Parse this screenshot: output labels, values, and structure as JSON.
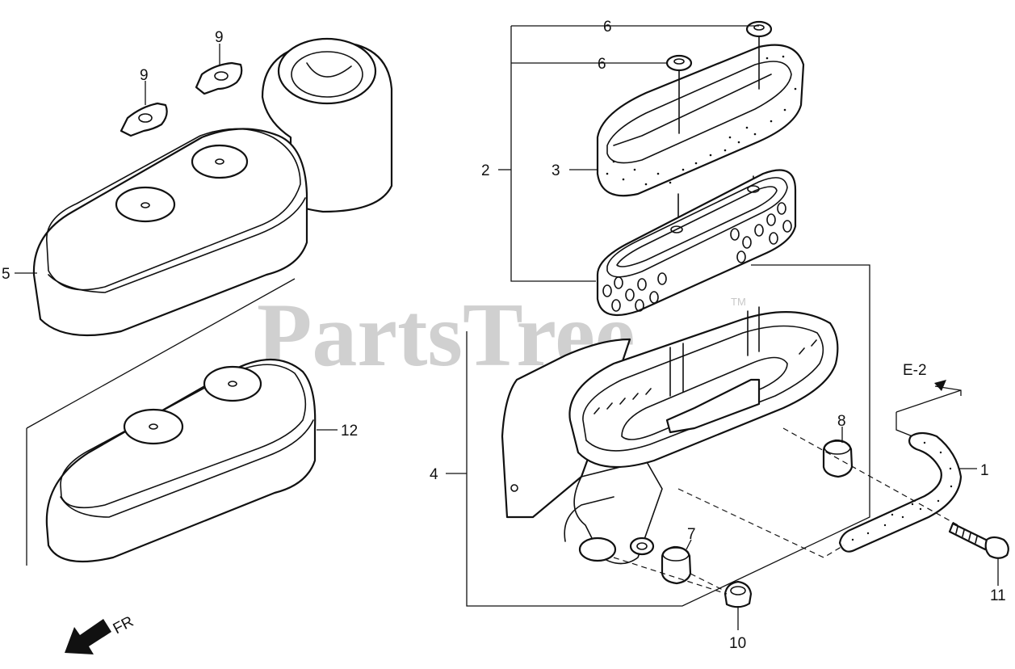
{
  "watermark": {
    "text": "PartsTree",
    "trademark": "TM"
  },
  "callouts": {
    "c1": "1",
    "c2": "2",
    "c3": "3",
    "c4": "4",
    "c5": "5",
    "c6a": "6",
    "c6b": "6",
    "c7": "7",
    "c8": "8",
    "c9a": "9",
    "c9b": "9",
    "c10": "10",
    "c11": "11",
    "c12": "12"
  },
  "reference_label": "E-2",
  "direction_label": "FR",
  "icons": {
    "direction_arrow": "front-direction-arrow-icon",
    "reference_arrow": "reference-arrow-icon"
  }
}
